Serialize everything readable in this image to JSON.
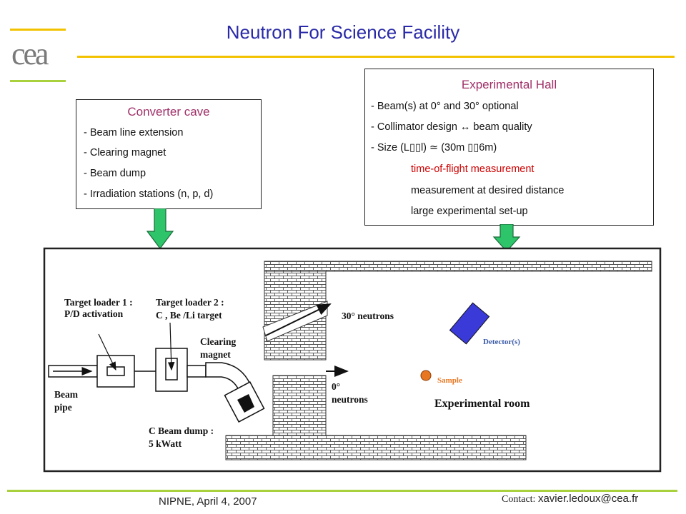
{
  "slide": {
    "title": "Neutron For Science Facility",
    "logo_text": "cea"
  },
  "converter_cave": {
    "heading": "Converter cave",
    "items": [
      "- Beam line extension",
      "- Clearing magnet",
      "- Beam dump",
      "- Irradiation stations  (n, p, d)"
    ]
  },
  "experimental_hall": {
    "heading": "Experimental Hall",
    "items": [
      "- Beam(s) at 0° and 30° optional",
      "- Collimator design   ↔ beam quality",
      "- Size (L▯▯l) ≃ (30m ▯▯6m)"
    ],
    "indented": [
      "time-of-flight measurement",
      "measurement at desired distance",
      "large experimental set-up"
    ]
  },
  "diagram": {
    "target_loader_1": [
      "Target loader 1 :",
      "P/D activation"
    ],
    "target_loader_2": [
      "Target loader 2 :",
      "C , Be /Li target"
    ],
    "clearing_magnet": [
      "Clearing",
      "magnet"
    ],
    "beam_pipe": [
      "Beam",
      "pipe"
    ],
    "beam_dump": [
      "C Beam dump :",
      "5 kWatt"
    ],
    "neutrons_30": "30° neutrons",
    "neutrons_0": [
      "0°",
      "neutrons"
    ],
    "experimental_room": "Experimental room",
    "detector": "Detector(s)",
    "sample": "Sample"
  },
  "footer": {
    "left": "NIPNE, April 4, 2007",
    "contact_label": "Contact: ",
    "contact_email": "xavier.ledoux@cea.fr"
  },
  "colors": {
    "title": "#2a2aa8",
    "heading": "#a03068",
    "accent_red": "#d00000",
    "logo_yellow": "#f2c200",
    "logo_green": "#a9d13d",
    "arrow_green": "#2ec46a",
    "detector_blue": "#3a3ad8",
    "sample_orange": "#e87722",
    "label_blue": "#3a5aa8"
  }
}
